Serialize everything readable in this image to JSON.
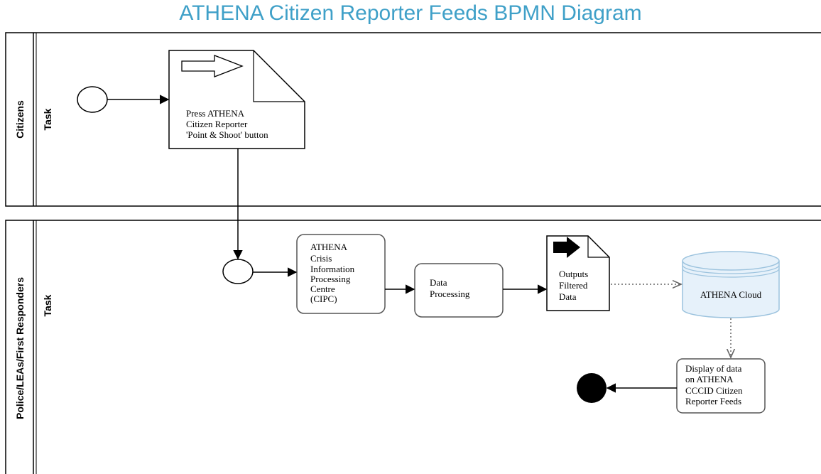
{
  "title": "ATHENA Citizen Reporter Feeds BPMN Diagram",
  "colors": {
    "title": "#3fa0c8",
    "cloud_fill": "#e6f1fa",
    "cloud_stroke": "#9cc3de",
    "end_event": "#000000"
  },
  "lanes": [
    {
      "id": "citizens",
      "pool_label": "Citizens",
      "lane_label": "Task"
    },
    {
      "id": "police",
      "pool_label": "Police/LEAs/First Responders",
      "lane_label": "Task"
    }
  ],
  "nodes": {
    "press_button": {
      "type": "document",
      "icon": "hollow-arrow-icon",
      "lines": [
        "Press ATHENA",
        "Citizen Reporter",
        "'Point & Shoot' button"
      ]
    },
    "cipc": {
      "type": "task",
      "lines": [
        "ATHENA",
        "Crisis",
        "Information",
        "Processing",
        "Centre",
        "(CIPC)"
      ]
    },
    "data_processing": {
      "type": "task",
      "lines": [
        "Data",
        "Processing"
      ]
    },
    "outputs": {
      "type": "document",
      "icon": "solid-arrow-icon",
      "lines": [
        "Outputs",
        "Filtered",
        "Data"
      ]
    },
    "cloud": {
      "type": "data-store",
      "lines": [
        "ATHENA Cloud"
      ]
    },
    "display": {
      "type": "task",
      "lines": [
        "Display of data",
        "on ATHENA",
        "CCCID Citizen",
        "Reporter Feeds"
      ]
    }
  }
}
